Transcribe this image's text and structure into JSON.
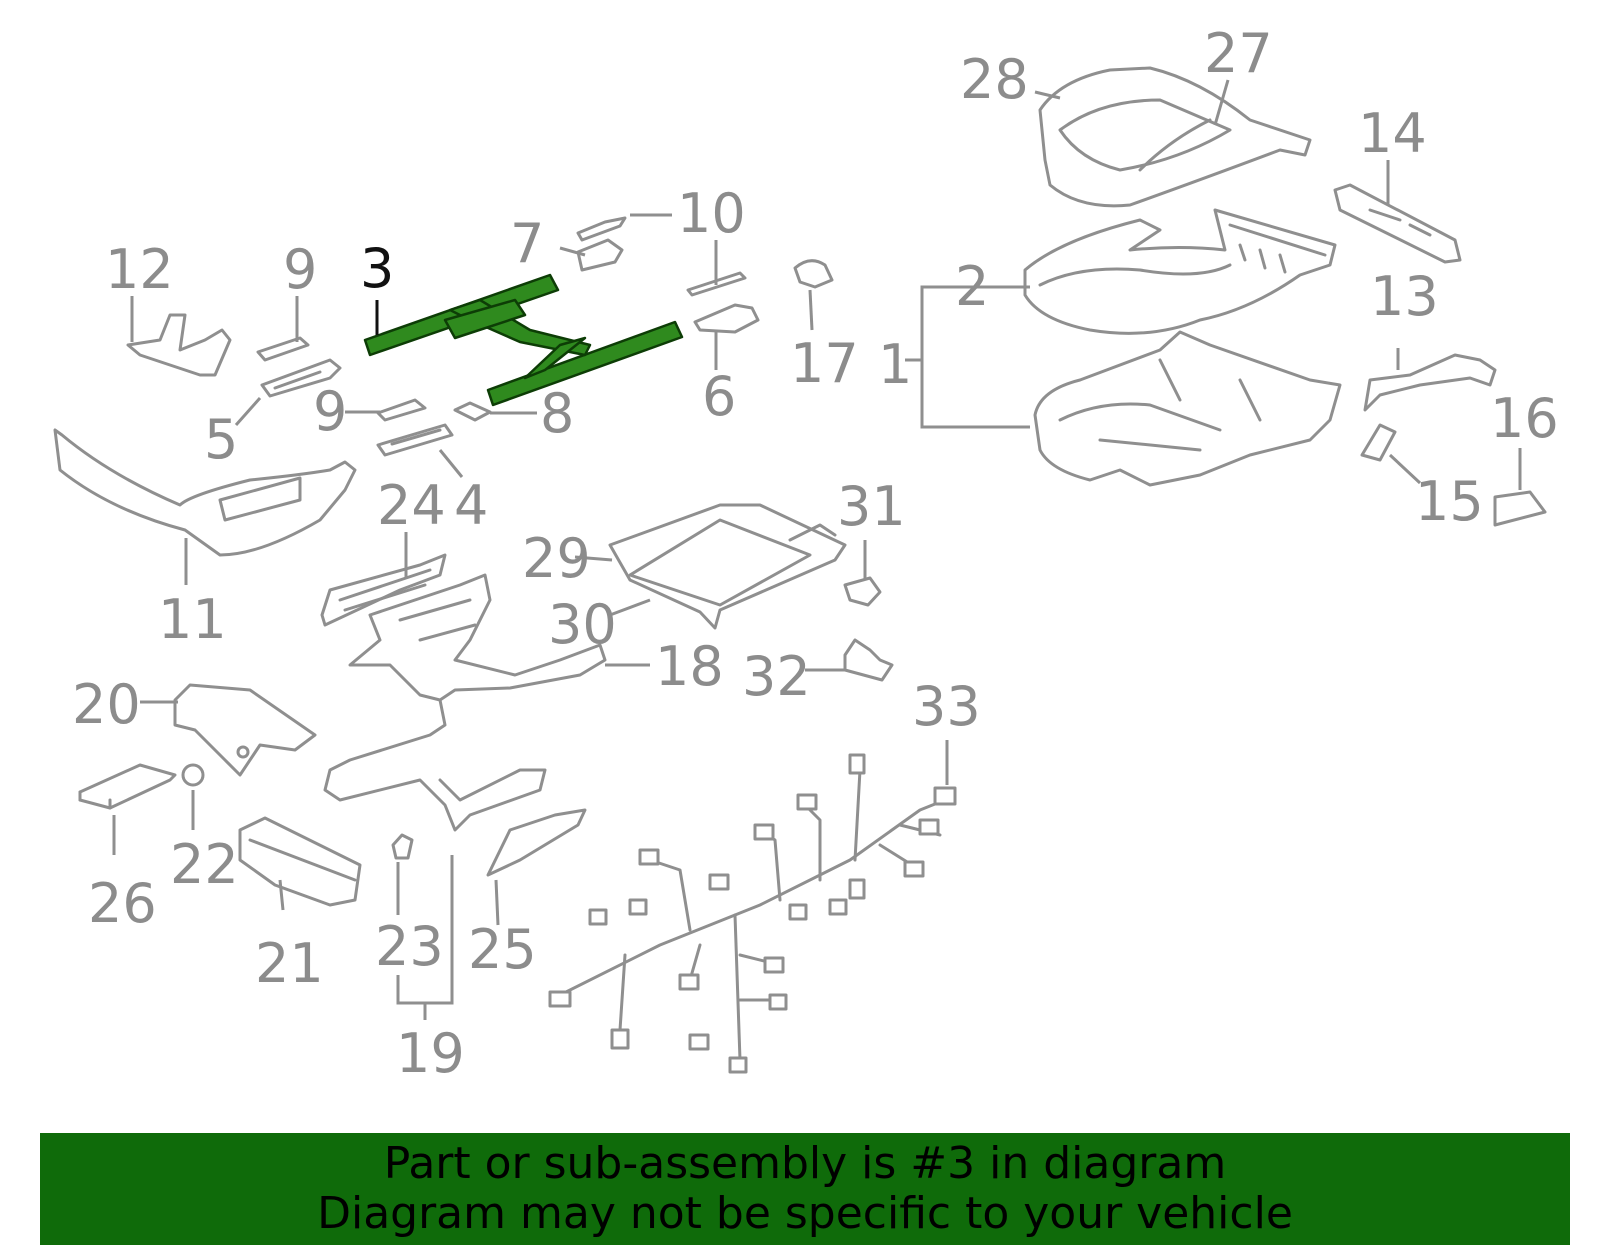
{
  "callouts": {
    "n1": "1",
    "n2": "2",
    "n3": "3",
    "n4": "4",
    "n5": "5",
    "n6": "6",
    "n7": "7",
    "n8": "8",
    "n9a": "9",
    "n9b": "9",
    "n10": "10",
    "n11": "11",
    "n12": "12",
    "n13": "13",
    "n14": "14",
    "n15": "15",
    "n16": "16",
    "n17": "17",
    "n18": "18",
    "n19": "19",
    "n20": "20",
    "n21": "21",
    "n22": "22",
    "n23": "23",
    "n24": "24",
    "n25": "25",
    "n26": "26",
    "n27": "27",
    "n28": "28",
    "n29": "29",
    "n30": "30",
    "n31": "31",
    "n32": "32",
    "n33": "33"
  },
  "highlighted_part": "3",
  "colors": {
    "highlight": "#2f8a1e",
    "banner": "#0f6b0a",
    "line_art": "#8f8f8f"
  },
  "banner": {
    "line1": "Part or sub-assembly is #3 in diagram",
    "line2": "Diagram may not be specific to your vehicle"
  }
}
